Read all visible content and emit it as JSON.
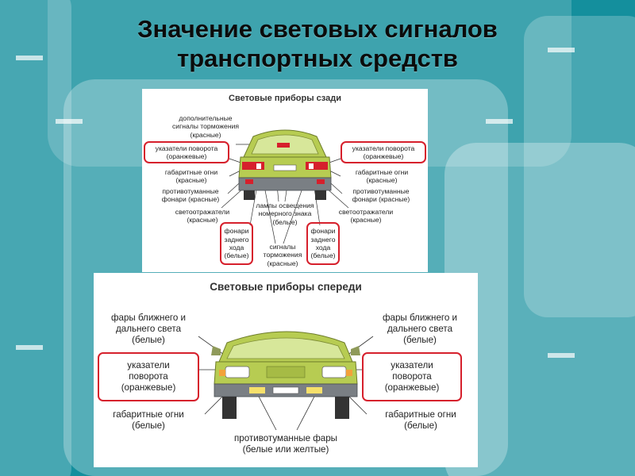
{
  "slide": {
    "title_line1": "Значение световых сигналов",
    "title_line2": "транспортных средств"
  },
  "colors": {
    "highlight": "#d6202c",
    "car_body": "#b7cc52",
    "bumper": "#7a7f84",
    "text": "#222222"
  },
  "rear_panel": {
    "title": "Световые приборы сзади",
    "labels": {
      "extra_brake": "дополнительные\nсигналы торможения\n(красные)",
      "turn_left": "указатели поворота\n(оранжевые)",
      "turn_right": "указатели поворота\n(оранжевые)",
      "position_left": "габаритные огни\n(красные)",
      "position_right": "габаритные огни\n(красные)",
      "fog_left": "противотуманные\nфонари (красные)",
      "fog_right": "противотуманные\nфонари (красные)",
      "reflector_left": "светоотражатели\n(красные)",
      "reflector_right": "светоотражатели\n(красные)",
      "plate_light": "лампы освещения\nномерного знака\n(белые)",
      "reverse_left": "фонари\nзаднего\nхода\n(белые)",
      "reverse_right": "фонари\nзаднего\nхода\n(белые)",
      "brake": "сигналы\nторможения\n(красные)"
    }
  },
  "front_panel": {
    "title": "Световые приборы спереди",
    "labels": {
      "headlights_left": "фары ближнего и\nдальнего света\n(белые)",
      "headlights_right": "фары ближнего и\nдальнего света\n(белые)",
      "turn_left": "указатели\nповорота\n(оранжевые)",
      "turn_right": "указатели\nповорота\n(оранжевые)",
      "position_left": "габаритные огни\n(белые)",
      "position_right": "габаритные огни\n(белые)",
      "fog": "противотуманные фары\n(белые или желтые)"
    }
  }
}
